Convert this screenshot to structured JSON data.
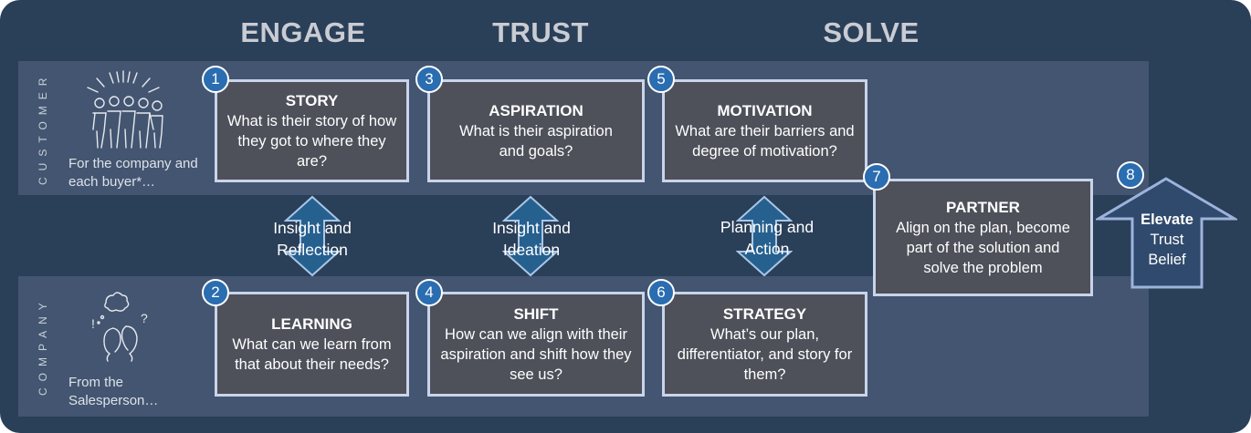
{
  "stages": [
    "ENGAGE",
    "TRUST",
    "SOLVE"
  ],
  "rows": {
    "customer": {
      "side_label": "CUSTOMER",
      "caption": "For the company and each buyer*…"
    },
    "company": {
      "side_label": "COMPANY",
      "caption": "From the Salesperson…"
    }
  },
  "steps": [
    {
      "number": "1",
      "title": "STORY",
      "text": "What is their story of how they got to where they are?"
    },
    {
      "number": "2",
      "title": "LEARNING",
      "text": "What can we learn from that about their needs?"
    },
    {
      "number": "3",
      "title": "ASPIRATION",
      "text": "What is their aspiration and goals?"
    },
    {
      "number": "4",
      "title": "SHIFT",
      "text": "How can we align with their aspiration and shift how they see us?"
    },
    {
      "number": "5",
      "title": "MOTIVATION",
      "text": "What are their barriers and degree of motivation?"
    },
    {
      "number": "6",
      "title": "STRATEGY",
      "text": "What’s our plan, differentiator, and story for them?"
    },
    {
      "number": "7",
      "title": "PARTNER",
      "text": "Align on the plan, become part of the solution and solve the problem"
    },
    {
      "number": "8",
      "title": "Elevate",
      "text": "Trust Belief"
    }
  ],
  "connectors": [
    "Insight and Reflection",
    "Insight and Ideation",
    "Planning and Action"
  ],
  "colors": {
    "background": "#2a3f58",
    "band": "#435570",
    "box": "#4e505a",
    "accent": "#2a6db0",
    "outline": "#c9d4ea"
  }
}
